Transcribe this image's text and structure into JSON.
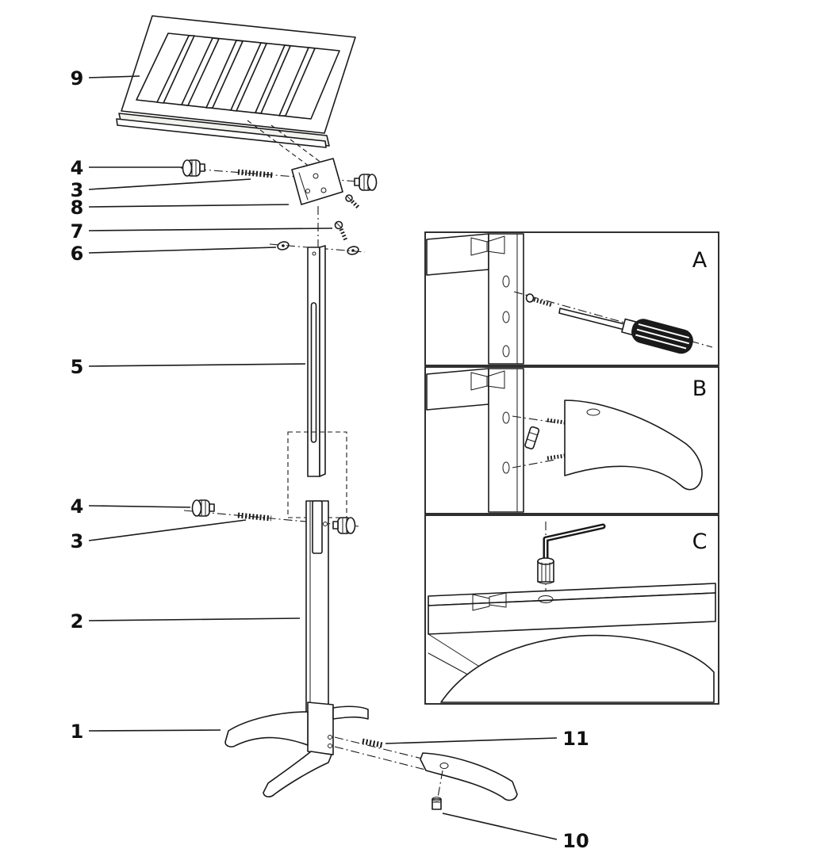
{
  "figure": {
    "type": "exploded-assembly-diagram",
    "subject": "wooden music stand assembly instructions",
    "colors": {
      "ink": "#1a1a1a",
      "paper": "#ffffff"
    },
    "callouts": [
      {
        "text": "9",
        "part": "music-desk"
      },
      {
        "text": "4",
        "part": "clamp-knob-upper-left"
      },
      {
        "text": "3",
        "part": "threaded-bolt-upper"
      },
      {
        "text": "8",
        "part": "desk-bracket"
      },
      {
        "text": "7",
        "part": "small-screw"
      },
      {
        "text": "6",
        "part": "washer"
      },
      {
        "text": "5",
        "part": "upper-column"
      },
      {
        "text": "4",
        "part": "clamp-knob-lower-left"
      },
      {
        "text": "3",
        "part": "threaded-bolt-lower"
      },
      {
        "text": "2",
        "part": "lower-column"
      },
      {
        "text": "1",
        "part": "base"
      },
      {
        "text": "11",
        "part": "leg-stud"
      },
      {
        "text": "10",
        "part": "leg-nut"
      }
    ],
    "panels": [
      {
        "label": "A",
        "shows": "driving screw into column with screwdriver"
      },
      {
        "label": "B",
        "shows": "fitting leg dowels into column holes"
      },
      {
        "label": "C",
        "shows": "tightening barrel nut with allen key"
      }
    ]
  }
}
